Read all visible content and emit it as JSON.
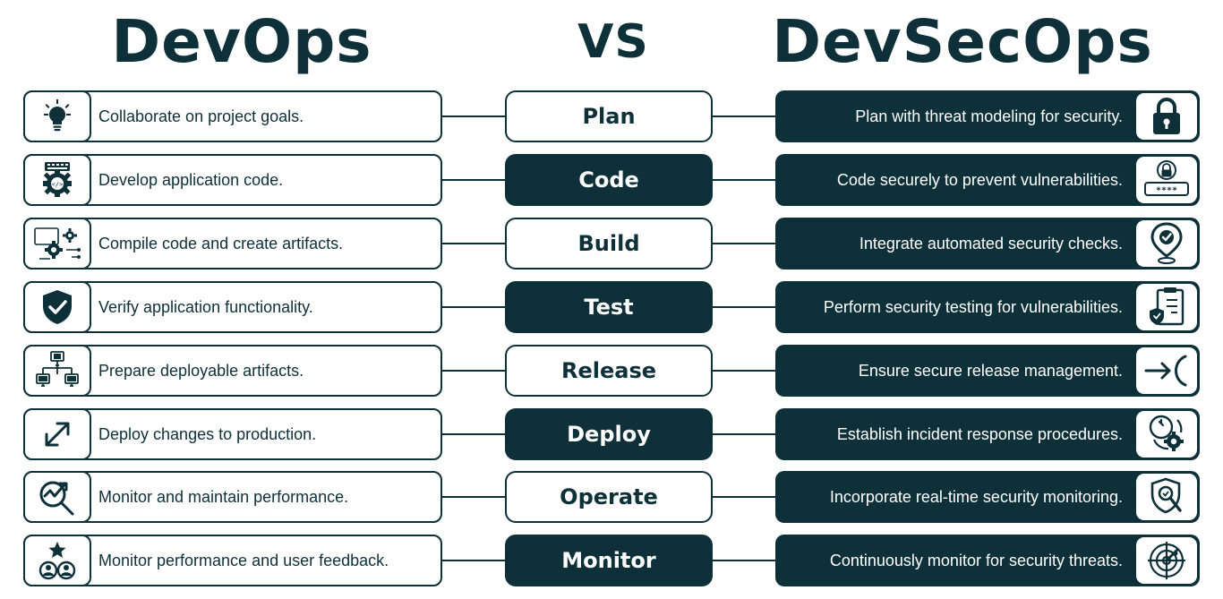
{
  "header": {
    "left_title": "DevOps",
    "middle_title": "VS",
    "right_title": "DevSecOps"
  },
  "colors": {
    "primary": "#0e3039",
    "background": "#ffffff"
  },
  "rows": [
    {
      "stage": "Plan",
      "stage_style": "light",
      "devops_text": "Collaborate on project goals.",
      "devops_icon": "lightbulb-icon",
      "devsecops_text": "Plan with threat modeling for security.",
      "devsecops_icon": "padlock-icon"
    },
    {
      "stage": "Code",
      "stage_style": "dark",
      "devops_text": "Develop application code.",
      "devops_icon": "code-gear-icon",
      "devsecops_text": "Code securely to prevent vulnerabilities.",
      "devsecops_icon": "password-lock-icon",
      "devsecops_icon_text": "****"
    },
    {
      "stage": "Build",
      "stage_style": "light",
      "devops_text": "Compile code and create artifacts.",
      "devops_icon": "gears-build-icon",
      "devsecops_text": "Integrate automated security checks.",
      "devsecops_icon": "location-check-icon"
    },
    {
      "stage": "Test",
      "stage_style": "dark",
      "devops_text": "Verify application functionality.",
      "devops_icon": "shield-check-icon",
      "devsecops_text": "Perform security testing for vulnerabilities.",
      "devsecops_icon": "clipboard-shield-icon"
    },
    {
      "stage": "Release",
      "stage_style": "light",
      "devops_text": "Prepare deployable artifacts.",
      "devops_icon": "network-computers-icon",
      "devsecops_text": "Ensure secure release management.",
      "devsecops_icon": "arrow-release-icon"
    },
    {
      "stage": "Deploy",
      "stage_style": "dark",
      "devops_text": "Deploy changes to production.",
      "devops_icon": "expand-arrows-icon",
      "devsecops_text": "Establish incident response procedures.",
      "devsecops_icon": "incident-gear-icon"
    },
    {
      "stage": "Operate",
      "stage_style": "light",
      "devops_text": "Monitor and maintain performance.",
      "devops_icon": "magnifier-chart-icon",
      "devsecops_text": "Incorporate real-time security monitoring.",
      "devsecops_icon": "shield-search-icon"
    },
    {
      "stage": "Monitor",
      "stage_style": "dark",
      "devops_text": "Monitor performance and user feedback.",
      "devops_icon": "users-star-icon",
      "devsecops_text": "Continuously monitor for security threats.",
      "devsecops_icon": "radar-target-icon"
    }
  ]
}
